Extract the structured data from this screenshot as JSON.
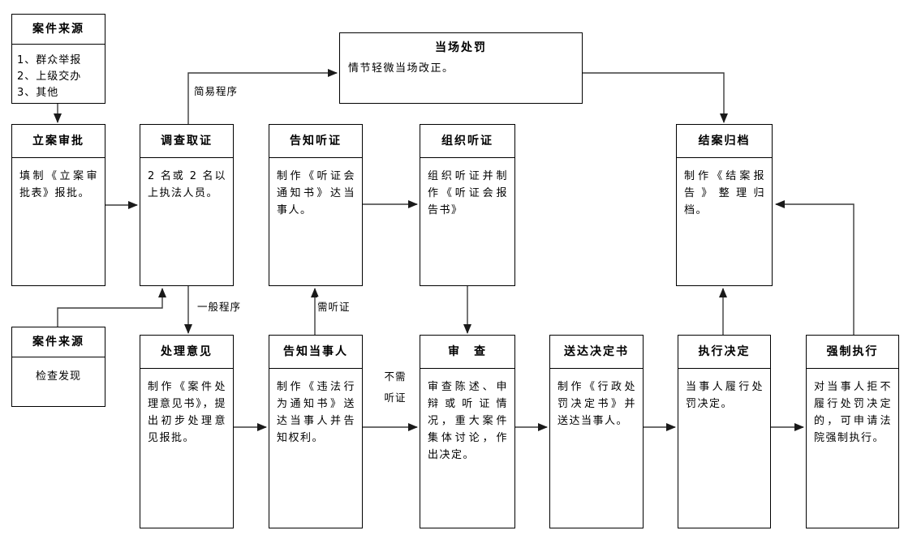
{
  "boxes": [
    {
      "title": "案件来源",
      "body": "1、群众举报\n2、上级交办\n3、其他"
    },
    {
      "title": "立案审批",
      "body": "填制《立案审批表》报批。"
    },
    {
      "title": "调查取证",
      "body": "2 名或 2 名以上执法人员。"
    },
    {
      "title": "告知听证",
      "body": "制作《听证会通知书》达当事人。"
    },
    {
      "title": "组织听证",
      "body": "组织听证并制作《听证会报告书》"
    },
    {
      "title": "当场处罚",
      "body": "情节轻微当场改正。"
    },
    {
      "title": "结案归档",
      "body": "制作《结案报告》整理归档。"
    },
    {
      "title": "案件来源",
      "body": "检查发现"
    },
    {
      "title": "处理意见",
      "body": "制作《案件处理意见书》，提出初步处理意见报批。"
    },
    {
      "title": "告知当事人",
      "body": "制作《违法行为通知书》送达当事人并告知权利。"
    },
    {
      "title": "审　查",
      "body": "审查陈述、申辩或听证情况，重大案件集体讨论，作出决定。"
    },
    {
      "title": "送达决定书",
      "body": "制作《行政处罚决定书》并送达当事人。"
    },
    {
      "title": "执行决定",
      "body": "当事人履行处罚决定。"
    },
    {
      "title": "强制执行",
      "body": "对当事人拒不履行处罚决定的，可申请法院强制执行。"
    }
  ],
  "edge_labels": {
    "simple_procedure": "简易程序",
    "general_procedure": "一般程序",
    "hearing_required": "需听证",
    "hearing_not_required": "不需\n听证"
  },
  "colors": {
    "background": "#ffffff",
    "box_border": "#000000",
    "line": "#3c3c3c",
    "arrowhead": "#1a1a1a",
    "text": "#000000"
  }
}
